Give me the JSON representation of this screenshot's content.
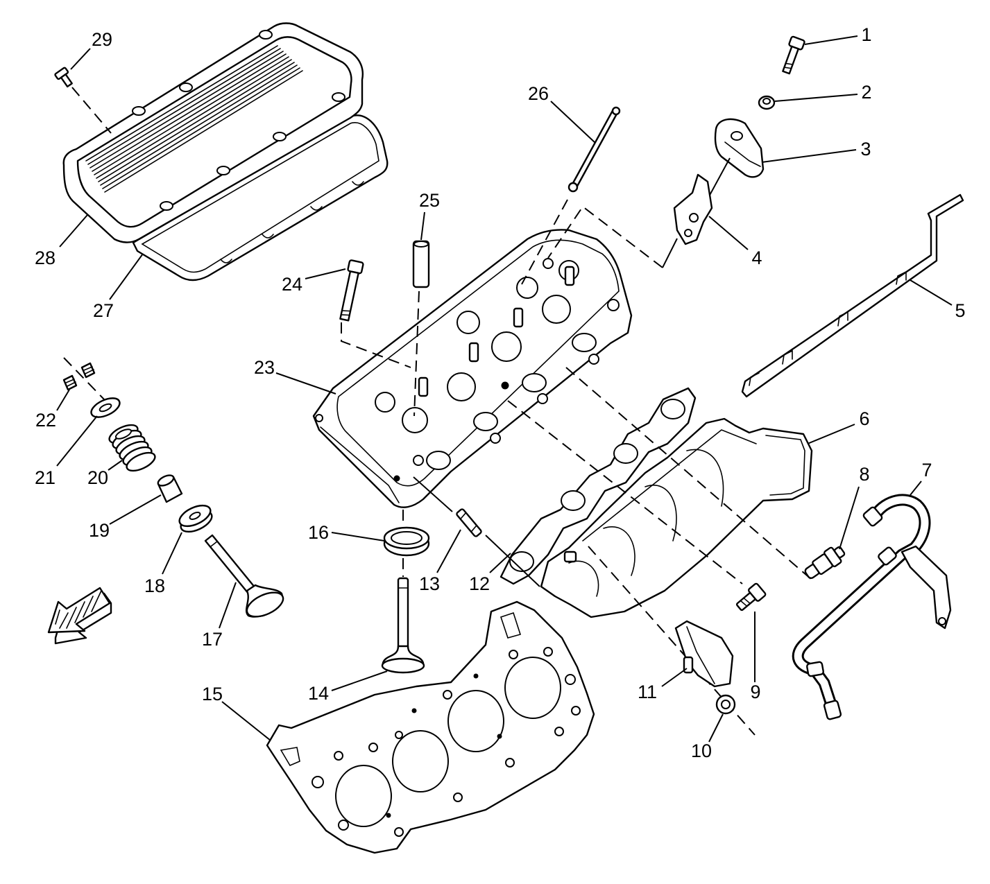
{
  "colors": {
    "line": "#000000",
    "background": "#ffffff"
  },
  "icons": {
    "direction_arrow": "direction-arrow-icon"
  },
  "callouts": {
    "1": "1",
    "2": "2",
    "3": "3",
    "4": "4",
    "5": "5",
    "6": "6",
    "7": "7",
    "8": "8",
    "9": "9",
    "10": "10",
    "11": "11",
    "12": "12",
    "13": "13",
    "14": "14",
    "15": "15",
    "16": "16",
    "17": "17",
    "18": "18",
    "19": "19",
    "20": "20",
    "21": "21",
    "22": "22",
    "23": "23",
    "24": "24",
    "25": "25",
    "26": "26",
    "27": "27",
    "28": "28",
    "29": "29"
  }
}
